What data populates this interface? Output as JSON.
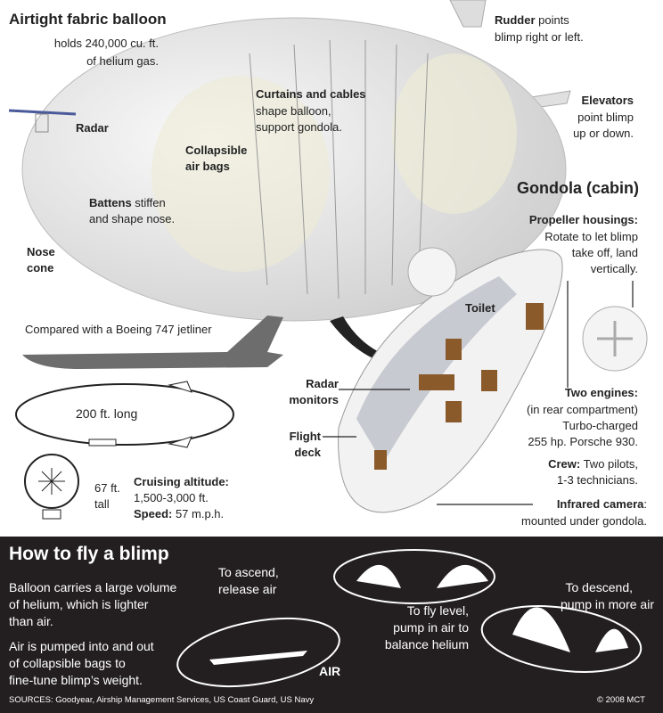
{
  "balloon": {
    "title": "Airtight fabric balloon",
    "line1": "holds 240,000 cu. ft.",
    "line2": "of helium gas."
  },
  "rudder": {
    "bold": "Rudder",
    "text": " points",
    "line2": "blimp right or left."
  },
  "curtains": {
    "title": "Curtains and cables",
    "line1": "shape balloon,",
    "line2": "support gondola."
  },
  "elevators": {
    "title": "Elevators",
    "line1": "point blimp",
    "line2": "up or down."
  },
  "radar": {
    "label": "Radar"
  },
  "airbags": {
    "line1": "Collapsible",
    "line2": "air bags"
  },
  "battens": {
    "bold": "Battens",
    "text": " stiffen",
    "line2": "and shape nose."
  },
  "nose": {
    "line1": "Nose",
    "line2": "cone"
  },
  "gondola": {
    "title": "Gondola (cabin)"
  },
  "propeller": {
    "title": "Propeller housings:",
    "line1": "Rotate to let blimp",
    "line2": "take off, land",
    "line3": "vertically."
  },
  "toilet": {
    "label": "Toilet"
  },
  "comparison": {
    "label": "Compared with a Boeing 747 jetliner",
    "length": "200 ft. long",
    "height_line1": "67 ft.",
    "height_line2": "tall"
  },
  "radar_monitors": {
    "line1": "Radar",
    "line2": "monitors"
  },
  "flight_deck": {
    "line1": "Flight",
    "line2": "deck"
  },
  "engines": {
    "title": "Two engines:",
    "line1": "(in rear compartment)",
    "line2": "Turbo-charged",
    "line3": "255 hp. Porsche 930."
  },
  "crew": {
    "bold": "Crew:",
    "text": " Two pilots,",
    "line2": "1-3 technicians."
  },
  "cruising": {
    "bold": "Cruising altitude:",
    "line1": "1,500-3,000 ft.",
    "speed_bold": "Speed:",
    "speed": " 57 m.p.h."
  },
  "camera": {
    "bold": "Infrared camera",
    "text": ":",
    "line2": "mounted under gondola."
  },
  "howto": {
    "title": "How to fly a blimp",
    "para1": [
      "Balloon carries a large volume",
      "of helium, which is lighter",
      "than air."
    ],
    "para2": [
      "Air is pumped into and out",
      "of collapsible bags to",
      "fine-tune blimp’s weight."
    ],
    "ascend": [
      "To ascend,",
      "release air"
    ],
    "level": [
      "To fly level,",
      "pump in air to",
      "balance helium"
    ],
    "descend": [
      "To descend,",
      "pump in more air"
    ],
    "air_label": "AIR",
    "sources": "SOURCES: Goodyear, Airship Management Services, US Coast Guard, US Navy",
    "copyright": "© 2008 MCT"
  },
  "colors": {
    "panel": "#231f20",
    "balloon": "#e9e9e9",
    "wood": "#8a5a2b",
    "plane": "#6d6d6d"
  }
}
